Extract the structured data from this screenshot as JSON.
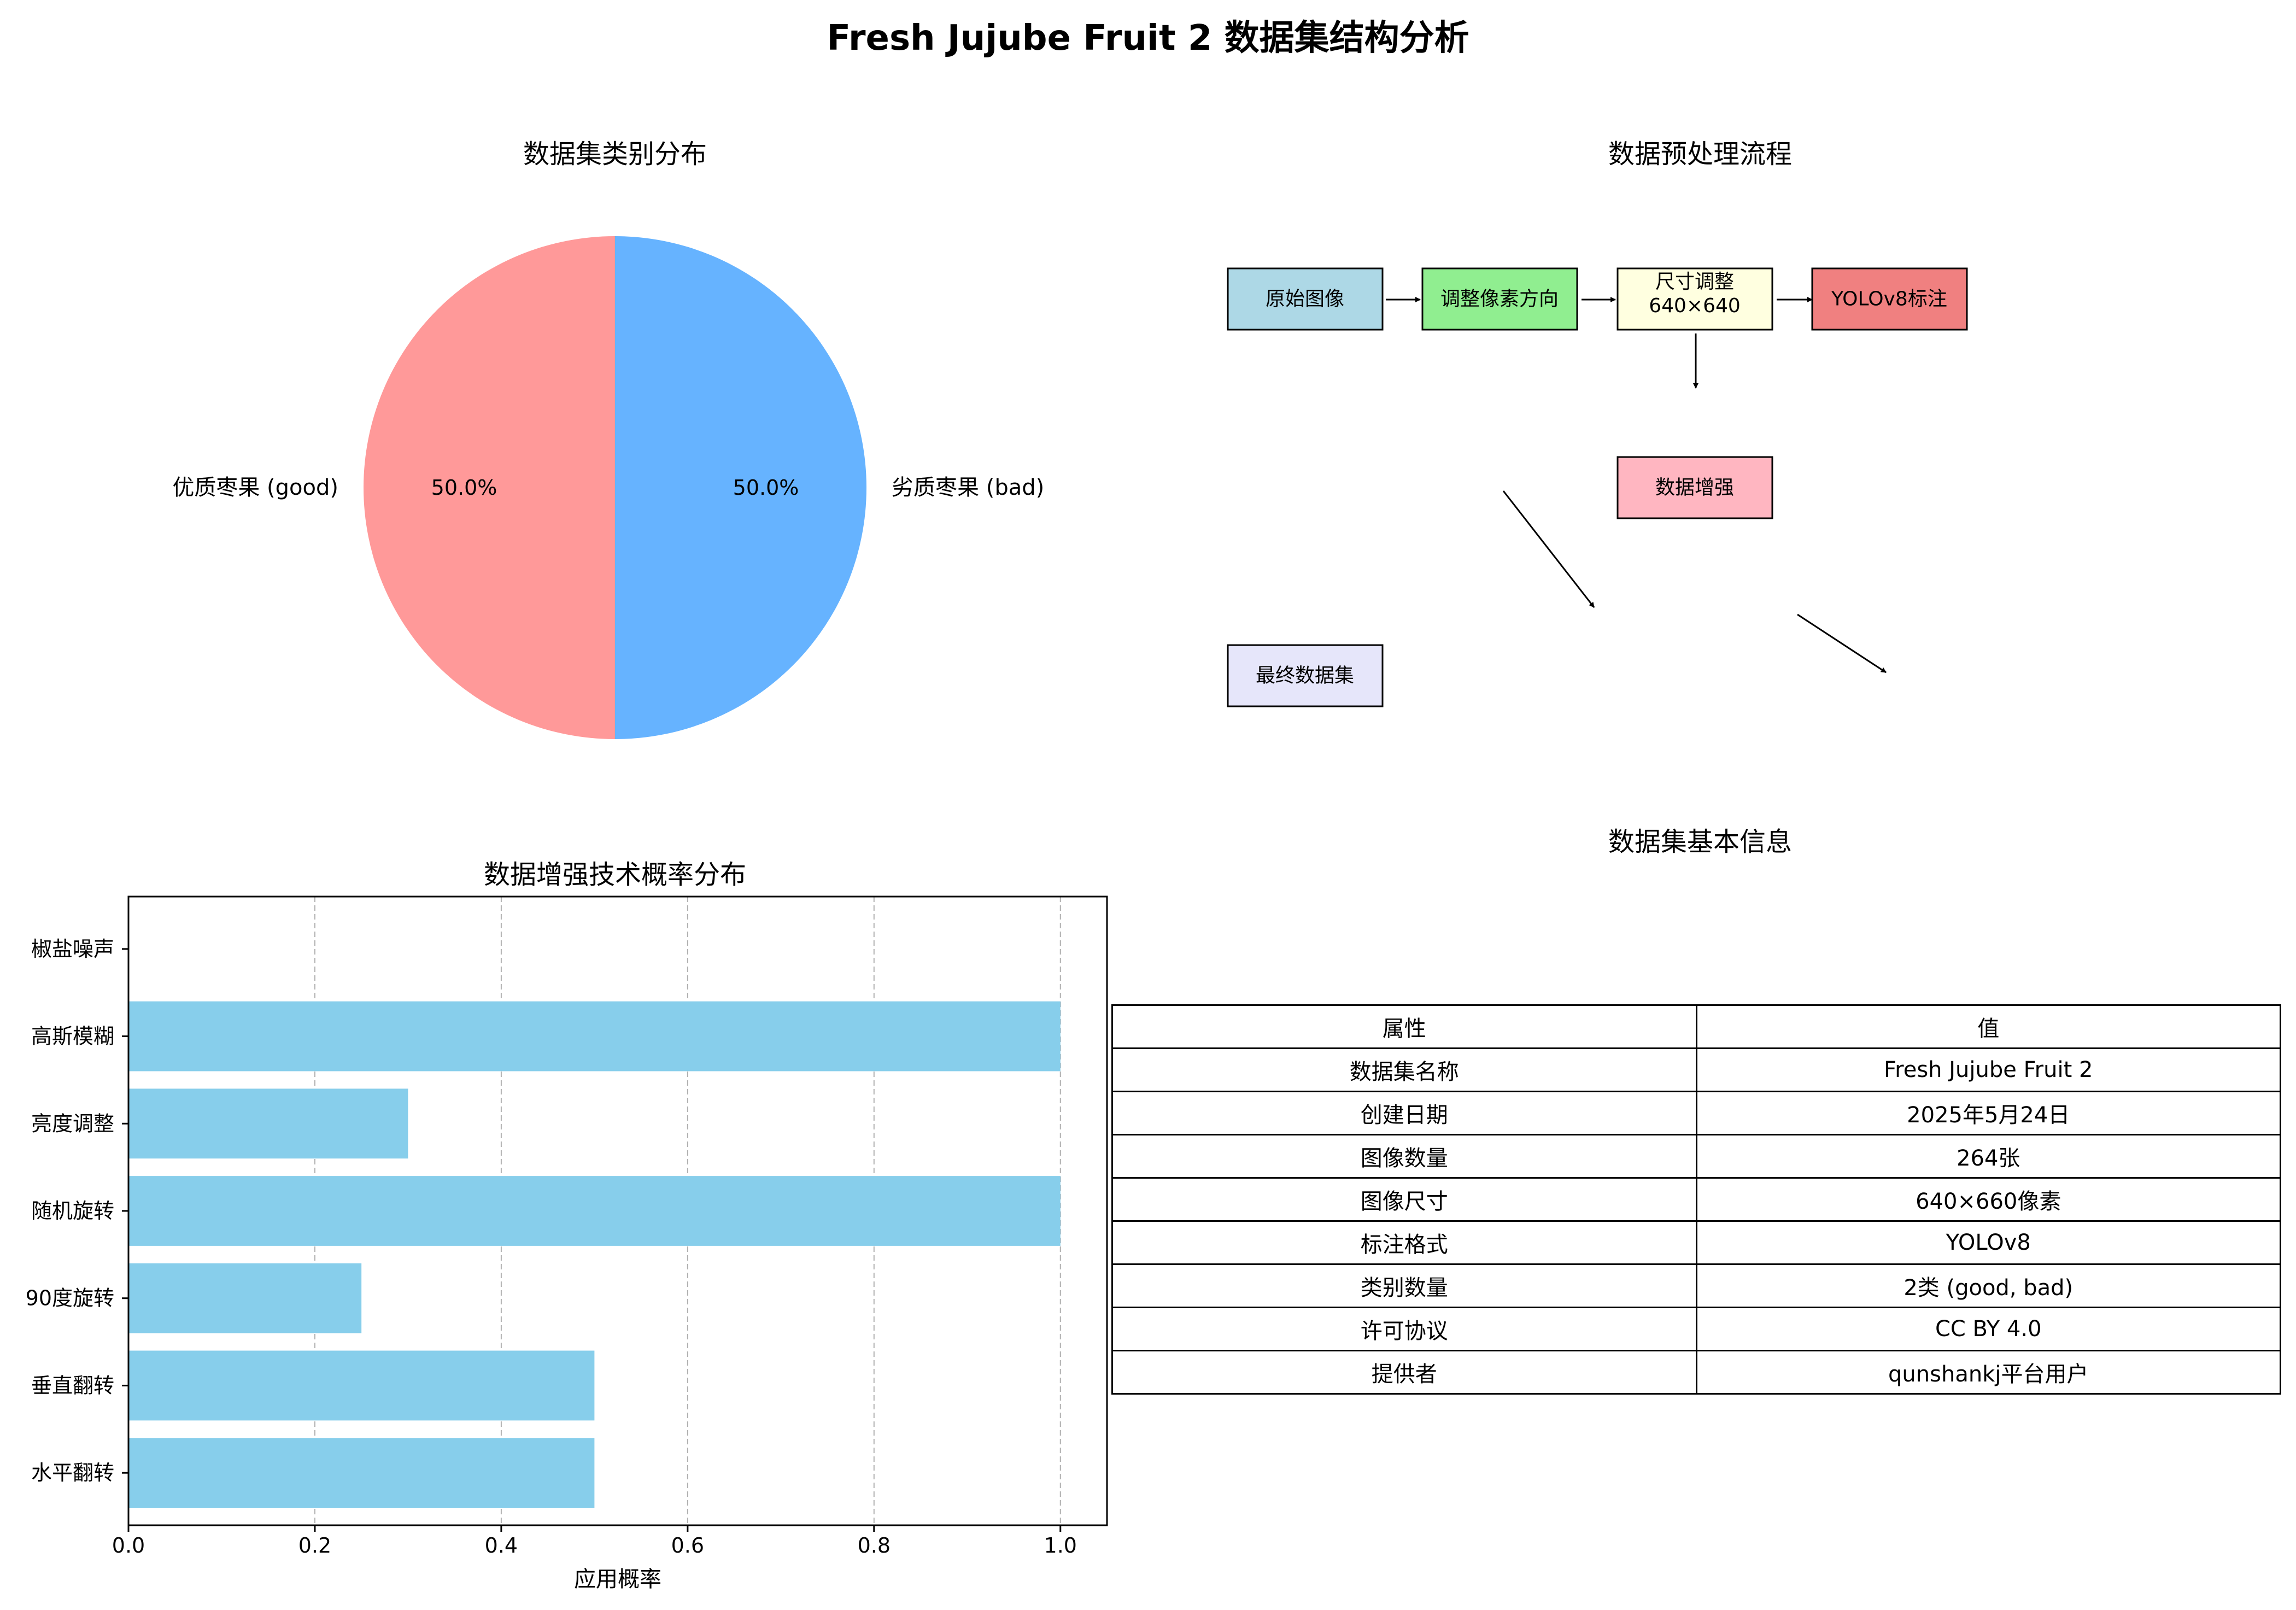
{
  "title": "Fresh Jujube Fruit 2 数据集结构分析",
  "pie": {
    "title": "数据集类别分布"
  },
  "flow": {
    "title": "数据预处理流程",
    "boxes": [
      "原始图像",
      "调整像素方向",
      "尺寸调整\n640×640",
      "YOLOv8标注",
      "数据增强",
      "最终数据集"
    ],
    "colors": [
      "#add8e6",
      "#90ee90",
      "#ffffe0",
      "#f08080",
      "#ffb6c1",
      "#e6e6fa"
    ]
  },
  "bars": {
    "title": "数据增强技术概率分布"
  },
  "table": {
    "title": "数据集基本信息",
    "header": [
      "属性",
      "值"
    ],
    "rows": [
      [
        "数据集名称",
        "Fresh Jujube Fruit 2"
      ],
      [
        "创建日期",
        "2025年5月24日"
      ],
      [
        "图像数量",
        "264张"
      ],
      [
        "图像尺寸",
        "640×660像素"
      ],
      [
        "标注格式",
        "YOLOv8"
      ],
      [
        "类别数量",
        "2类 (good, bad)"
      ],
      [
        "许可协议",
        "CC BY 4.0"
      ],
      [
        "提供者",
        "qunshankj平台用户"
      ]
    ]
  },
  "chart_data": [
    {
      "type": "pie",
      "title": "数据集类别分布",
      "labels": [
        "优质枣果 (good)",
        "劣质枣果 (bad)"
      ],
      "values": [
        50.0,
        50.0
      ],
      "value_labels": [
        "50.0%",
        "50.0%"
      ],
      "colors": [
        "#ff9999",
        "#66b3ff"
      ]
    },
    {
      "type": "bar",
      "orientation": "horizontal",
      "title": "数据增强技术概率分布",
      "categories": [
        "水平翻转",
        "垂直翻转",
        "90度旋转",
        "随机旋转",
        "亮度调整",
        "高斯模糊",
        "椒盐噪声"
      ],
      "values": [
        0.5,
        0.5,
        0.25,
        1.0,
        0.3,
        1.0,
        0.0
      ],
      "xlabel": "应用概率",
      "xlim": [
        0,
        1.05
      ],
      "xticks": [
        "0.0",
        "0.2",
        "0.4",
        "0.6",
        "0.8",
        "1.0"
      ],
      "grid": "x-dashed",
      "color": "#87ceeb"
    }
  ]
}
